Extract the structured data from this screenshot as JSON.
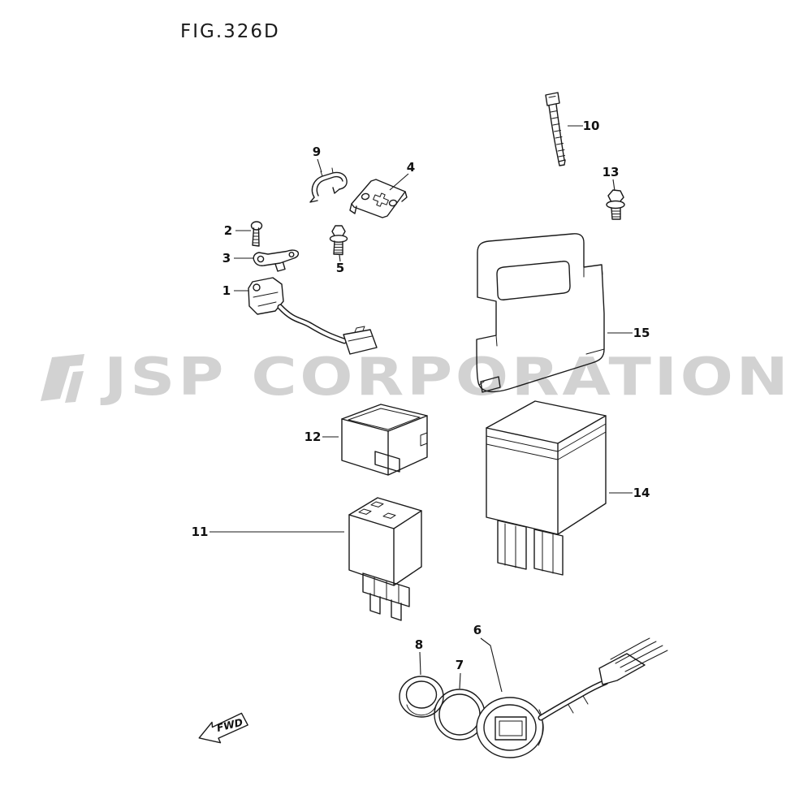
{
  "figure": {
    "title": "FIG.326D"
  },
  "watermark": {
    "text": "JSP CORPORATION"
  },
  "direction_arrow": {
    "label": "FWD"
  },
  "parts": [
    {
      "label": "1"
    },
    {
      "label": "2"
    },
    {
      "label": "3"
    },
    {
      "label": "4"
    },
    {
      "label": "5"
    },
    {
      "label": "6"
    },
    {
      "label": "7"
    },
    {
      "label": "8"
    },
    {
      "label": "9"
    },
    {
      "label": "10"
    },
    {
      "label": "11"
    },
    {
      "label": "12"
    },
    {
      "label": "13"
    },
    {
      "label": "14"
    },
    {
      "label": "15"
    }
  ]
}
